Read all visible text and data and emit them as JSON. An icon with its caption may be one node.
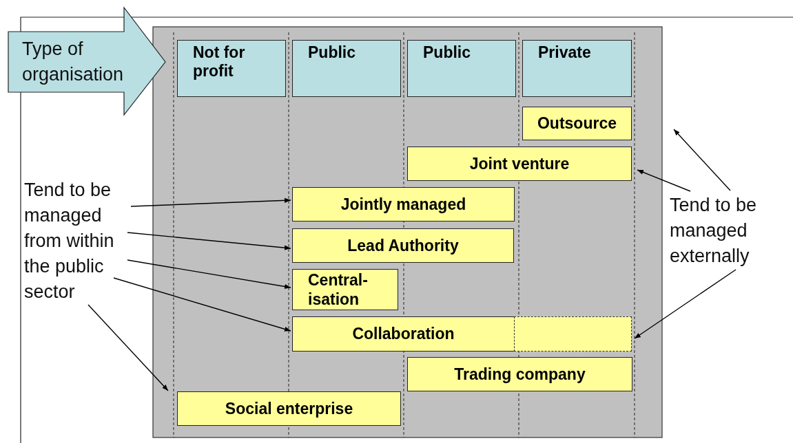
{
  "diagram": {
    "nodes": [
      {
        "text": [
          "Type of organisation"
        ]
      },
      {
        "text": [
          "Not for profit"
        ]
      },
      {
        "text": [
          "Public"
        ]
      },
      {
        "text": [
          "Public"
        ]
      },
      {
        "text": [
          "Private"
        ]
      },
      {
        "text": [
          "Outsource"
        ]
      },
      {
        "text": [
          "Joint venture"
        ]
      },
      {
        "text": [
          "Jointly managed"
        ]
      },
      {
        "text": [
          "Lead Authority"
        ]
      },
      {
        "text": [
          "Central- isation"
        ]
      },
      {
        "text": [
          "Collaboration"
        ]
      },
      {
        "text": [],
        "shape": "box"
      },
      {
        "text": [
          "Trading company"
        ]
      },
      {
        "text": [
          "Social enterprise"
        ]
      },
      {
        "text": [
          "Tend to be managed from within the public sector"
        ]
      },
      {
        "text": [
          "Tend to be managed externally"
        ]
      }
    ],
    "edges": [
      {
        "from": 14,
        "to": 7,
        "arrow": "to"
      },
      {
        "from": 14,
        "to": 8,
        "arrow": "to"
      },
      {
        "from": 14,
        "to": 9,
        "arrow": "to"
      },
      {
        "from": 14,
        "to": 10,
        "arrow": "to"
      },
      {
        "from": 14,
        "to": 13,
        "arrow": "to"
      },
      {
        "from": 15,
        "to": null,
        "arrow": "to"
      },
      {
        "from": 15,
        "to": 6,
        "arrow": "to"
      },
      {
        "from": 15,
        "to": 11,
        "arrow": "to"
      }
    ]
  }
}
